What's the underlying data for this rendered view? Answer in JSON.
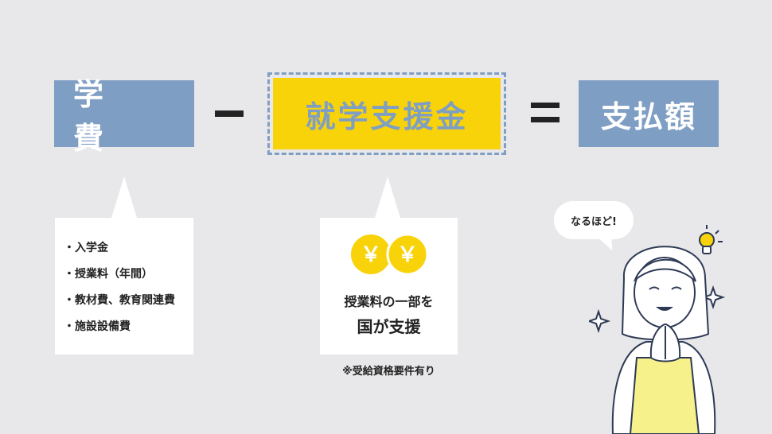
{
  "equation": {
    "term1": "学　費",
    "term2": "就学支援金",
    "result": "支払額"
  },
  "tuition_card": {
    "items": [
      "・入学金",
      "・授業料（年間）",
      "・教材費、教育関連費",
      "・施設設備費"
    ]
  },
  "support_card": {
    "coin_symbol": "￥",
    "line1": "授業料の一部を",
    "line2": "国が支援",
    "note": "※受給資格要件有り"
  },
  "speech_bubble": {
    "text": "なるほど!"
  },
  "colors": {
    "background": "#e8e8ea",
    "accent_blue": "#7f9ec4",
    "accent_yellow": "#f8d30a",
    "card": "#ffffff"
  },
  "icons": [
    "yen-coin-icon",
    "lightbulb-icon",
    "sparkle-icon"
  ]
}
